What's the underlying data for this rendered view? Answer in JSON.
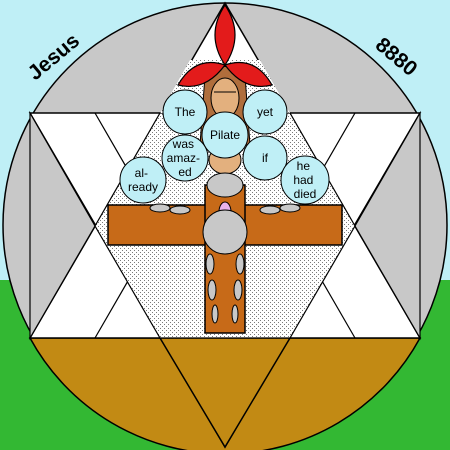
{
  "corner_labels": {
    "left": "Jesus",
    "right": "8880"
  },
  "words": {
    "the": "The",
    "yet": "yet",
    "pilate": "Pilate",
    "was_amazed": [
      "was",
      "amaz-",
      "ed"
    ],
    "if": "if",
    "already": [
      "al-",
      "ready"
    ],
    "he_had_died": [
      "he",
      "had",
      "died"
    ]
  },
  "colors": {
    "sky": "#bfeff6",
    "grass": "#33b833",
    "outer_gray": "#c8c8c8",
    "star_white": "#ffffff",
    "lower_brown": "#c28a14",
    "cross": "#c76a18",
    "circle_fill": "#bfeff6",
    "flame_red": "#e31b1b",
    "figure_skin": "#e3b07e",
    "figure_hair": "#b06e3c"
  }
}
